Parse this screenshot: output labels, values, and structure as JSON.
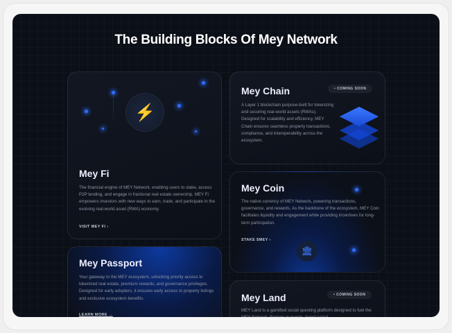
{
  "title": "The Building Blocks Of Mey Network",
  "cards": {
    "fi": {
      "title": "Mey Fi",
      "text": "The financial engine of MEY Network, enabling users to stake, access P2P lending, and engage in fractional real estate ownership. MEY Fi empowers investors with new ways to earn, trade, and participate in the evolving real-world asset (RWA) economy.",
      "link": "VISIT MEY FI  ›"
    },
    "passport": {
      "title": "Mey Passport",
      "text": "Your gateway to the MEY ecosystem, unlocking priority access to tokenized real estate, premium rewards, and governance privileges. Designed for early adopters, it ensures early access to property listings and exclusive ecosystem benefits.",
      "link": "LEARN MORE →"
    },
    "chain": {
      "title": "Mey Chain",
      "badge": "• COMING SOON",
      "text": "A Layer 1 blockchain purpose-built for tokenizing and securing real-world assets (RWAs). Designed for scalability and efficiency, MEY Chain ensures seamless property transactions, compliance, and interoperability across the ecosystem."
    },
    "coin": {
      "title": "Mey Coin",
      "text": "The native currency of MEY Network, powering transactions, governance, and rewards. As the backbone of the ecosystem, MEY Coin facilitates liquidity and engagement while providing incentives for long-term participation.",
      "link": "STAKE $MEY  ›"
    },
    "land": {
      "title": "Mey Land",
      "badge": "• COMING SOON",
      "text": "MEY Land is a gamified social questing platform designed to fuel the MEY Network. Engage in quests, boost social"
    }
  },
  "colors": {
    "accent": "#2f6dff",
    "bg": "#0b0f17"
  }
}
